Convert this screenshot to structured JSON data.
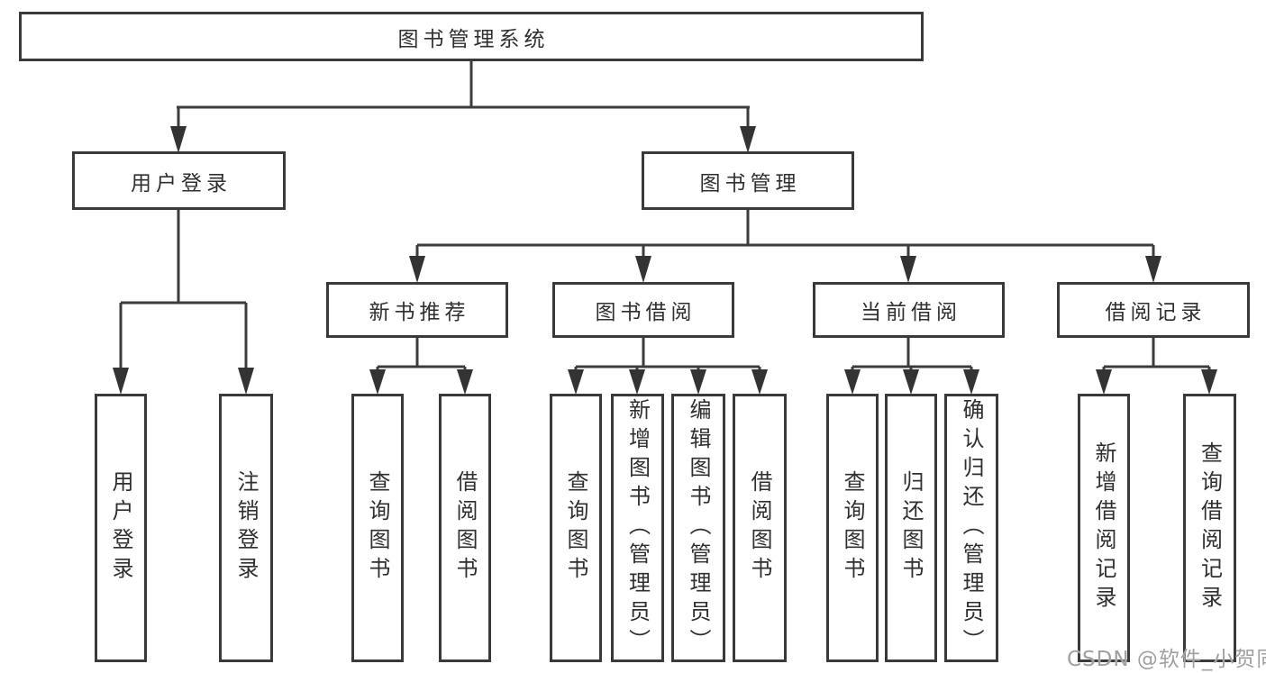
{
  "diagram": {
    "root": {
      "label": "图书管理系统"
    },
    "branches": [
      {
        "label": "用户登录",
        "children": [
          {
            "label": "用户登录"
          },
          {
            "label": "注销登录"
          }
        ]
      },
      {
        "label": "图书管理",
        "children": [
          {
            "label": "新书推荐",
            "children": [
              {
                "label": "查询图书"
              },
              {
                "label": "借阅图书"
              }
            ]
          },
          {
            "label": "图书借阅",
            "children": [
              {
                "label": "查询图书"
              },
              {
                "label": "新增图书（管理员）"
              },
              {
                "label": "编辑图书（管理员）"
              },
              {
                "label": "借阅图书"
              }
            ]
          },
          {
            "label": "当前借阅",
            "children": [
              {
                "label": "查询图书"
              },
              {
                "label": "归还图书"
              },
              {
                "label": "确认归还（管理员）"
              }
            ]
          },
          {
            "label": "借阅记录",
            "children": [
              {
                "label": "新增借阅记录"
              },
              {
                "label": "查询借阅记录"
              }
            ]
          }
        ]
      }
    ],
    "watermark": "CSDN @软件_小贺同学",
    "colors": {
      "line": "#3c3c3c",
      "box_border": "#3a3a3a",
      "text": "#2f2f2f",
      "watermark_text": "#a0a0a0",
      "background": "#ffffff"
    }
  }
}
